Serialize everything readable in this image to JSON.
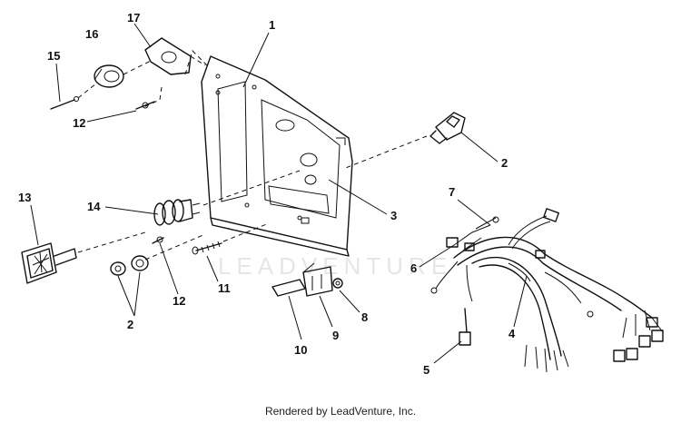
{
  "callouts": {
    "c1": "1",
    "c2a": "2",
    "c2b": "2",
    "c3": "3",
    "c4": "4",
    "c5": "5",
    "c6": "6",
    "c7": "7",
    "c8": "8",
    "c9": "9",
    "c10": "10",
    "c11": "11",
    "c12a": "12",
    "c12b": "12",
    "c13": "13",
    "c14": "14",
    "c15": "15",
    "c16": "16",
    "c17": "17"
  },
  "watermark": "LEADVENTURE",
  "footer": {
    "credit": "Rendered by LeadVenture, Inc."
  },
  "colors": {
    "line": "#111111",
    "watermark": "#e6e6e6",
    "background": "#ffffff"
  }
}
